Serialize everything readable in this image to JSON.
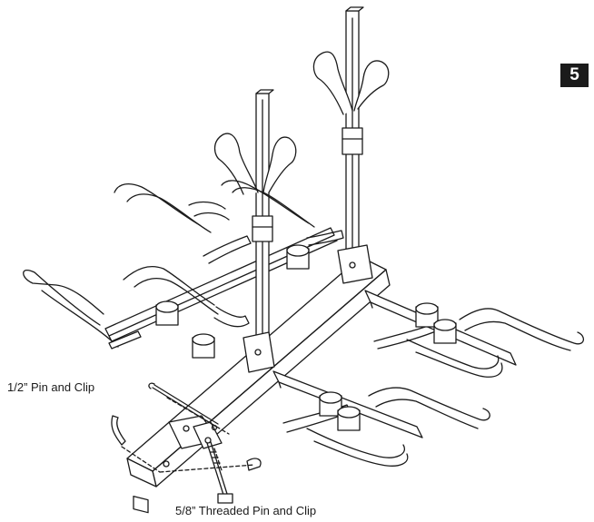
{
  "step": {
    "number": "5"
  },
  "callouts": {
    "half_inch_pin": "1/2” Pin and Clip",
    "threaded_pin": "5/8” Threaded Pin and Clip"
  },
  "colors": {
    "ink": "#1b1b1b",
    "paper": "#ffffff",
    "badge": "#1b1b1b"
  },
  "icons": [
    "bike-rack-assembly",
    "hitch-pin-icon",
    "threaded-pin-icon",
    "cotter-clip-icon"
  ]
}
